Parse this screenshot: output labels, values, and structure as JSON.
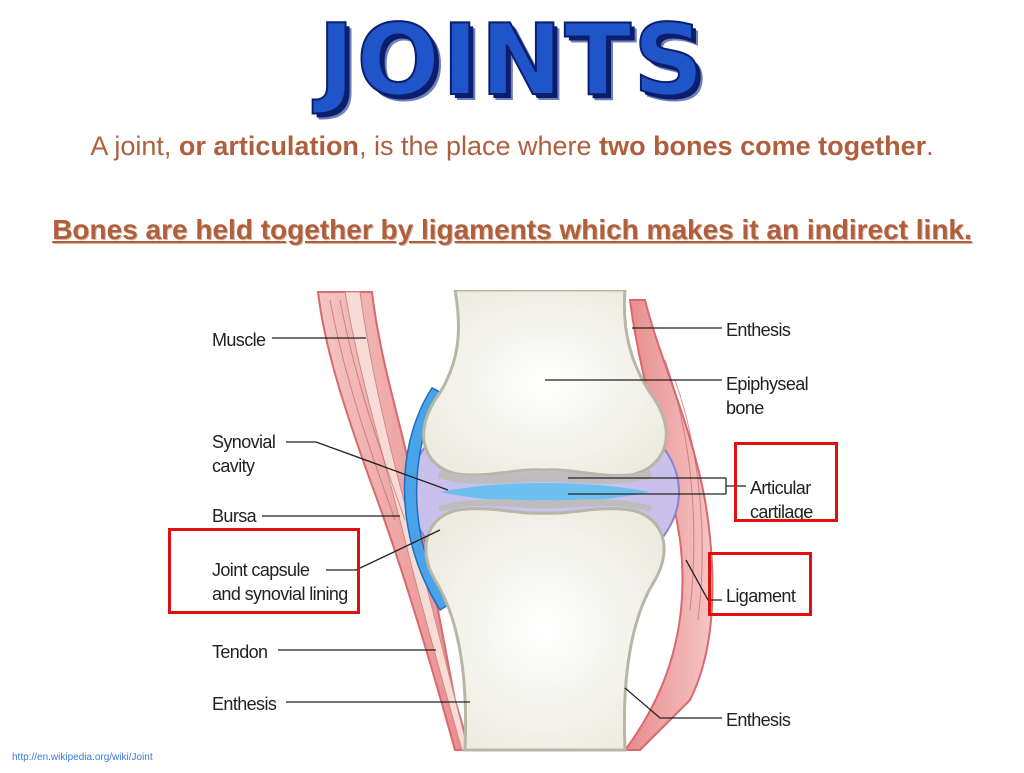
{
  "title": "JOINTS",
  "intro": {
    "p1": "A joint, ",
    "p2": "or articulation",
    "p3": ", is the place where ",
    "p4": "two bones come together",
    "p5": "."
  },
  "subtitle": "Bones are held together by ligaments which makes it an indirect link.",
  "labels": {
    "muscle": "Muscle",
    "synovial_cavity": "Synovial\ncavity",
    "bursa": "Bursa",
    "joint_capsule": "Joint capsule\nand synovial lining",
    "tendon": "Tendon",
    "enthesis_left": "Enthesis",
    "enthesis_top": "Enthesis",
    "epiphyseal_bone": "Epiphyseal\nbone",
    "articular_cartilage": "Articular\ncartilage",
    "ligament": "Ligament",
    "enthesis_bottom": "Enthesis"
  },
  "source": "http://en.wikipedia.org/wiki/Joint",
  "colors": {
    "title_blue": "#1f55c8",
    "text_brown": "#b05f3c",
    "highlight_red": "#e01010"
  }
}
